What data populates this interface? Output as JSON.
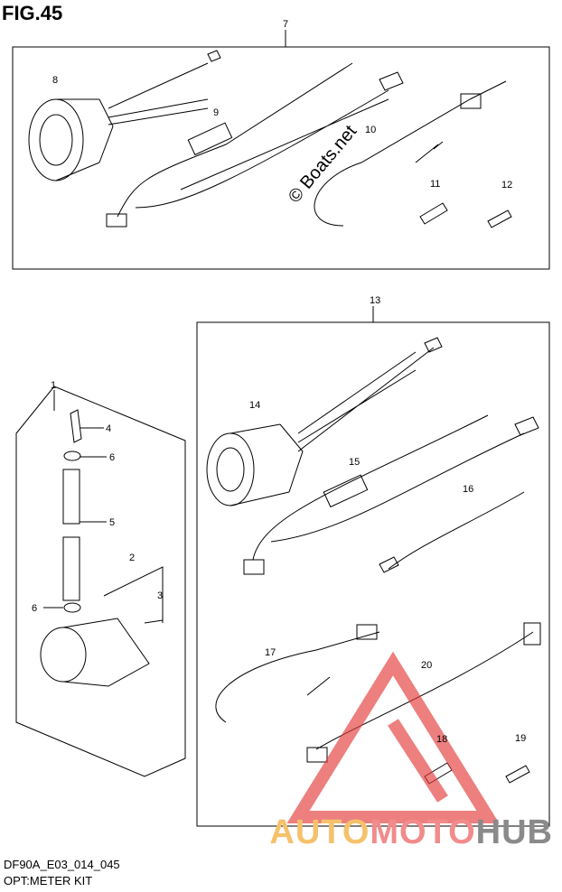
{
  "figure_title": "FIG.45",
  "diagram_code": "DF90A_E03_014_045",
  "diagram_name": "OPT:METER KIT",
  "watermark": {
    "auto": "AUTO",
    "moto": "MOTO",
    "hub": "HUB",
    "copyright": "© Boats.net"
  },
  "colors": {
    "line": "#000000",
    "logo_red": "#e43b3b",
    "logo_yellow": "#f5c26b",
    "logo_gray": "#8a8a8a"
  },
  "callouts": [
    "7",
    "8",
    "9",
    "10",
    "11",
    "12",
    "13",
    "14",
    "15",
    "16",
    "17",
    "20",
    "18",
    "19",
    "1",
    "4",
    "6",
    "5",
    "2",
    "3",
    "6"
  ]
}
